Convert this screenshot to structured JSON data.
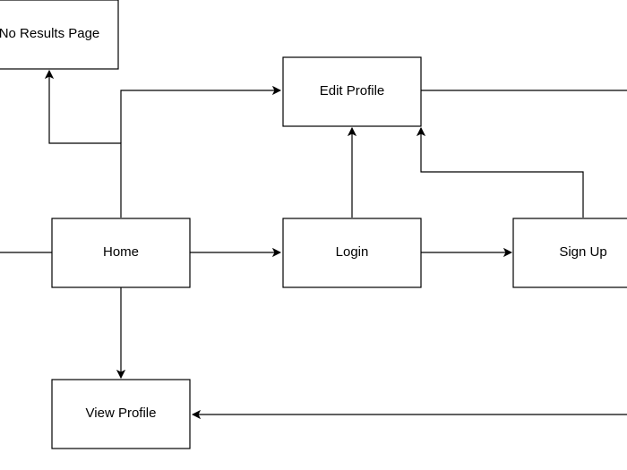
{
  "diagram": {
    "nodes": {
      "no_results": "No Results Page",
      "edit_profile": "Edit Profile",
      "home": "Home",
      "login": "Login",
      "sign_up": "Sign Up",
      "view_profile": "View Profile"
    },
    "edges": [
      {
        "from": "home",
        "to": "no_results"
      },
      {
        "from": "home",
        "to": "edit_profile"
      },
      {
        "from": "edit_profile",
        "to": "offscreen-right"
      },
      {
        "from": "offscreen-left",
        "to": "home"
      },
      {
        "from": "home",
        "to": "login"
      },
      {
        "from": "login",
        "to": "edit_profile"
      },
      {
        "from": "login",
        "to": "sign_up"
      },
      {
        "from": "sign_up",
        "to": "edit_profile"
      },
      {
        "from": "home",
        "to": "view_profile"
      },
      {
        "from": "offscreen-right",
        "to": "view_profile"
      }
    ]
  }
}
